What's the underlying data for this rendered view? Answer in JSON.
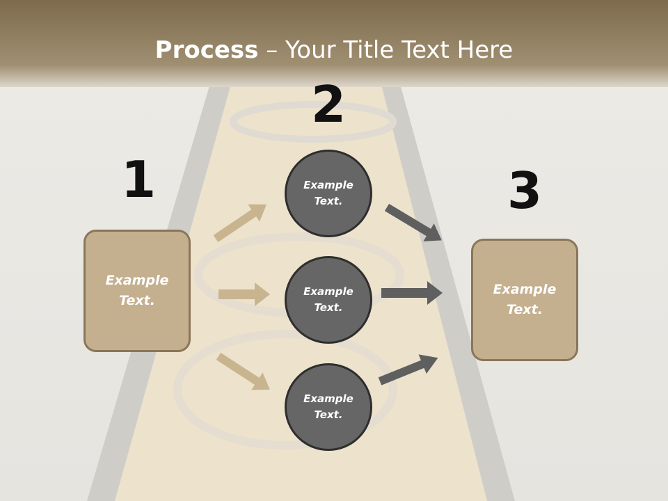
{
  "title": {
    "bold": "Process",
    "dash": " – ",
    "rest": "Your Title Text Here"
  },
  "steps": {
    "n1": "1",
    "n2": "2",
    "n3": "3"
  },
  "boxes": {
    "left": {
      "line1": "Example",
      "line2": "Text."
    },
    "right": {
      "line1": "Example",
      "line2": "Text."
    }
  },
  "circles": [
    {
      "line1": "Example",
      "line2": "Text."
    },
    {
      "line1": "Example",
      "line2": "Text."
    },
    {
      "line1": "Example",
      "line2": "Text."
    }
  ],
  "colors": {
    "header": "#84704f",
    "tan_fill": "#c4af8f",
    "tan_border": "#8a7659",
    "circle_fill": "#666666",
    "circle_border": "#2e2e2e",
    "tan_arrow": "#c8b48f",
    "gray_arrow": "#5f5f5f"
  }
}
